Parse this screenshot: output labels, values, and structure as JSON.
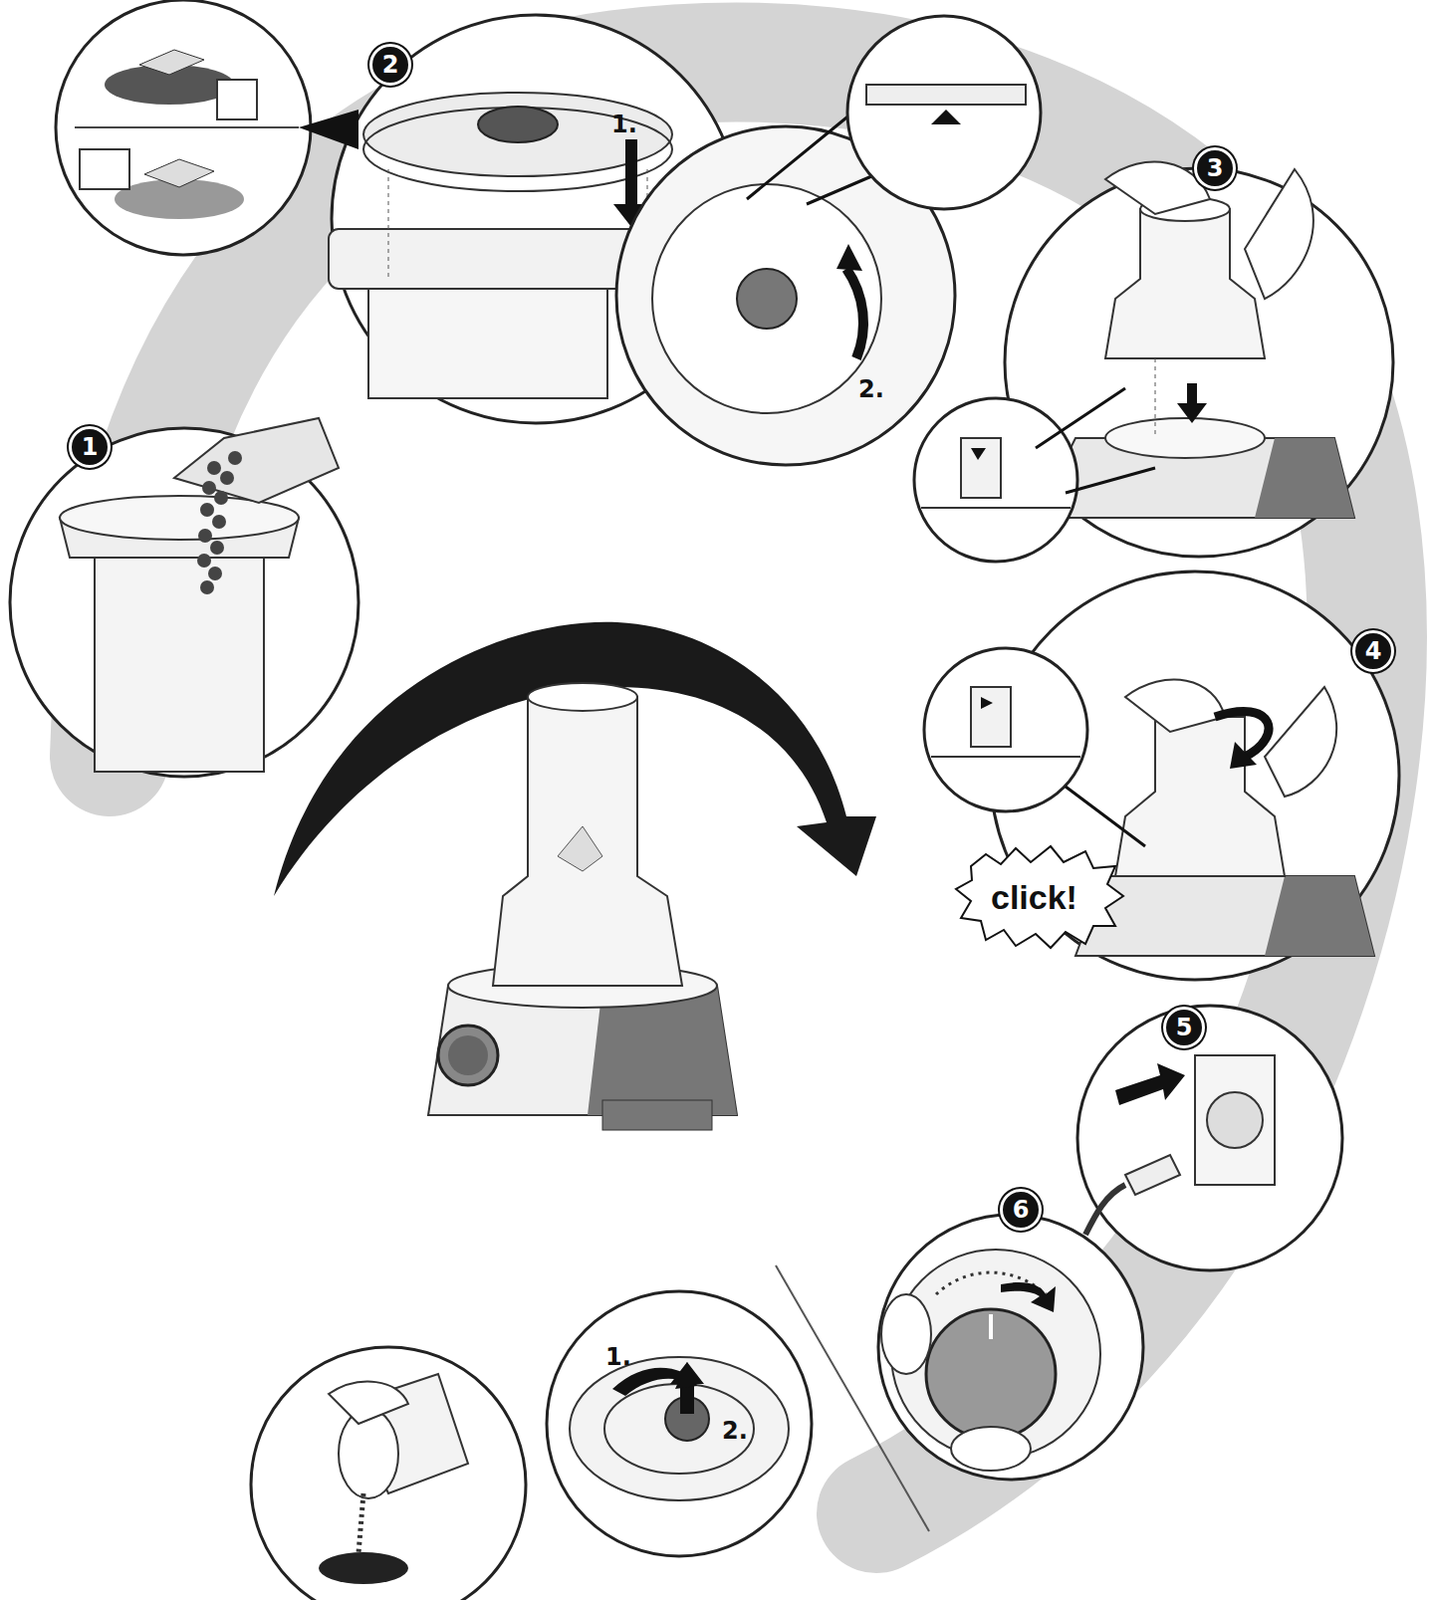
{
  "diagram": {
    "labels": [
      "2",
      "1.",
      "2.",
      "3",
      "1",
      "4",
      "click!",
      "5",
      "6",
      "1.",
      "2."
    ]
  }
}
